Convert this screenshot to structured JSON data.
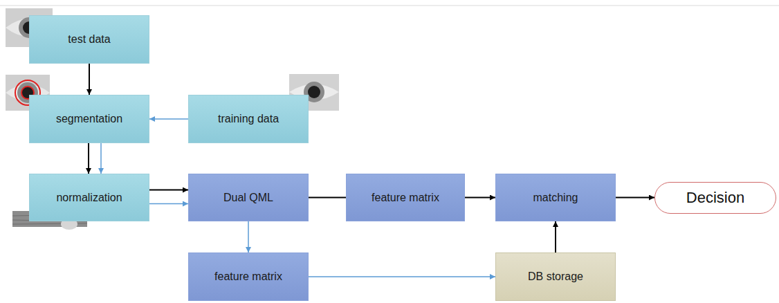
{
  "diagram": {
    "nodes": [
      {
        "text": [
          "test data"
        ]
      },
      {
        "text": [
          "segmentation"
        ]
      },
      {
        "text": [
          "training data"
        ]
      },
      {
        "text": [
          "normalization"
        ]
      },
      {
        "text": [
          "Dual QML"
        ]
      },
      {
        "text": [
          "feature matrix"
        ]
      },
      {
        "text": [
          "matching"
        ]
      },
      {
        "text": [
          "Decision"
        ]
      },
      {
        "text": [
          "feature matrix"
        ]
      },
      {
        "text": [
          "DB storage"
        ]
      }
    ],
    "edges": [
      {
        "from": 0,
        "to": 1,
        "arrow": "to"
      },
      {
        "from": 2,
        "to": 1,
        "arrow": "to"
      },
      {
        "from": 1,
        "to": 3,
        "arrow": "to"
      },
      {
        "from": 1,
        "to": 3,
        "arrow": "to"
      },
      {
        "from": 3,
        "to": 4,
        "arrow": "to"
      },
      {
        "from": 3,
        "to": 4,
        "arrow": "to"
      },
      {
        "from": 4,
        "to": 5,
        "arrow": "none"
      },
      {
        "from": 5,
        "to": 6,
        "arrow": "to"
      },
      {
        "from": 6,
        "to": 7,
        "arrow": "to"
      },
      {
        "from": 4,
        "to": 8,
        "arrow": "to"
      },
      {
        "from": 8,
        "to": 9,
        "arrow": "to"
      },
      {
        "from": 9,
        "to": 6,
        "arrow": "to"
      }
    ]
  }
}
